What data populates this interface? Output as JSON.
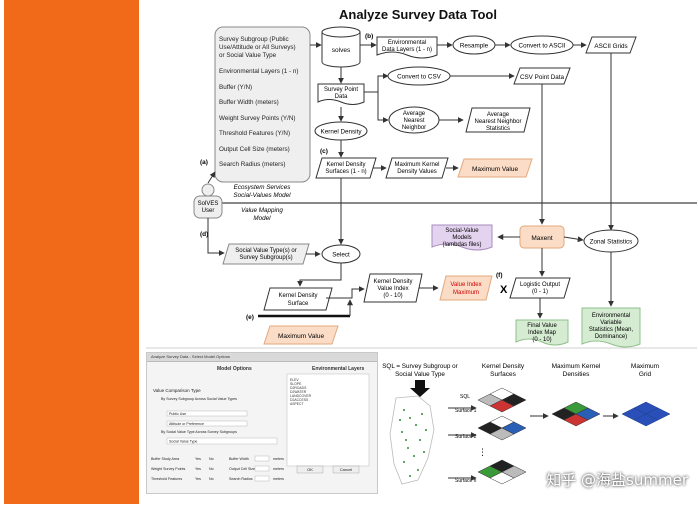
{
  "title": "Analyze Survey Data Tool",
  "inputs_panel": {
    "items": [
      "Survey Subgroup (Public",
      "Use/Attitude or All Surveys)",
      "or Social Value Type",
      "Environmental Layers (1 - n)",
      "Buffer (Y/N)",
      "Buffer Width (meters)",
      "Weight Survey Points (Y/N)",
      "Threshold Features (Y/N)",
      "Output Cell Size (meters)",
      "Search Radius (meters)"
    ]
  },
  "nodes": {
    "solves": "solves",
    "env_layers": [
      "Environmental",
      "Data Layers (1 - n)"
    ],
    "resample": "Resample",
    "convert_ascii": "Convert to ASCII",
    "ascii_grids": "ASCII Grids",
    "survey_point": [
      "Survey Point",
      "Data"
    ],
    "convert_csv": "Convert to CSV",
    "csv_point": "CSV Point Data",
    "avg_nn": [
      "Average",
      "Nearest",
      "Neighbor"
    ],
    "avg_nn_stats": [
      "Average",
      "Nearest Neighbor",
      "Statistics"
    ],
    "kernel_density": "Kernel Density",
    "kd_surfaces": [
      "Kernel Density",
      "Surfaces (1 - n)"
    ],
    "max_kd_values": [
      "Maximum Kernel",
      "Density Values"
    ],
    "max_value_top": "Maximum Value",
    "user": [
      "SolVES",
      "User"
    ],
    "eco_services": [
      "Ecosystem Services",
      "Social-Values Model"
    ],
    "value_mapping": [
      "Value Mapping",
      "Model"
    ],
    "social_value_models": [
      "Social-Value",
      "Models",
      "(lambdas files)"
    ],
    "maxent": "Maxent",
    "zonal_stats": "Zonal Statistics",
    "svt_or_subgroup": [
      "Social Value Type(s) or",
      "Survey Subgroup(s)"
    ],
    "select": "Select",
    "kd_surface": [
      "Kernel Density",
      "Surface"
    ],
    "kd_value_index": [
      "Kernel Density",
      "Value Index",
      "(0 - 10)"
    ],
    "value_index_max": [
      "Value Index",
      "Maximum"
    ],
    "logistic_output": [
      "Logistic Output",
      "(0 - 1)"
    ],
    "max_value_bottom": "Maximum Value",
    "final_value_index": [
      "Final Value",
      "Index Map",
      "(0 - 10)"
    ],
    "env_var_stats": [
      "Environmental",
      "Variable",
      "Statistics (Mean,",
      "Dominance)"
    ],
    "x_mark": "X"
  },
  "labels": {
    "a": "(a)",
    "b": "(b)",
    "c": "(c)",
    "d": "(d)",
    "e": "(e)",
    "f": "(f)"
  },
  "screenshot": {
    "window_title": "Analyze Survey Data - Select Model Options",
    "model_options": "Model Options",
    "env_layers": "Environmental Layers",
    "value_comparison": "Value Comparison Type",
    "opt1": "By Survey Subgroup Across Social Value Types",
    "opt2": "By Social Value Type Across Survey Subgroups",
    "public_use": "Public Use",
    "attitude": "Attitude or Preference",
    "social_value_type": "Social Value Type",
    "layers": [
      "ELEV",
      "SLOPE",
      "D2ROADS",
      "D2WATER",
      "LANDCOVER",
      "D2ACCESS",
      "ASPECT"
    ],
    "buffer_study_area": "Buffer Study Area",
    "weight_survey_points": "Weight Survey Points",
    "threshold_features": "Threshold Features",
    "buffer_width": "Buffer Width",
    "output_cell_size": "Output Cell Size",
    "search_radius": "Search Radius",
    "yes": "Yes",
    "no": "No",
    "meters": "meters",
    "ok": "OK",
    "cancel": "Cancel"
  },
  "right_diagram": {
    "legend": [
      "SQL = Survey Subgroup or",
      "Social Value Type"
    ],
    "col1": [
      "Kernel Density",
      "Surfaces"
    ],
    "col2": [
      "Maximum Kernel",
      "Densities"
    ],
    "col3": [
      "Maximum",
      "Grid"
    ],
    "surface1": "Surface 1",
    "surface2": "Surface 2",
    "surfacen": "Surface n",
    "sql": "SQL"
  },
  "watermark": "知乎 @海盐summer",
  "colors": {
    "orange": "#f06a1a",
    "peach": "#fbdcc6",
    "purple": "#e4d3ee",
    "green": "#d5ecd2",
    "maxent_fill": "#fbdcc6",
    "red_text": "#cc0000"
  }
}
